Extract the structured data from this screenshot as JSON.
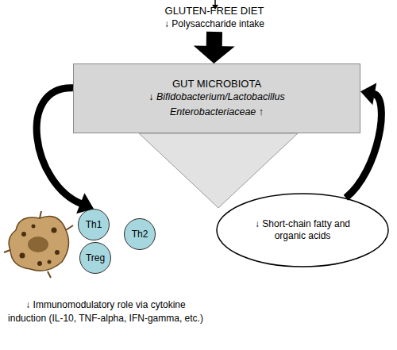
{
  "diagram": {
    "nodes": [
      {
        "text": [
          "GLUTEN-FREE DIET",
          "↓ Polysaccharide intake"
        ]
      },
      {
        "text": [
          "GUT MICROBIOTA",
          "↓ Bifidobacterium/Lactobacillus",
          "Enterobacteriaceae ↑"
        ]
      },
      {
        "text": [
          "Th1"
        ]
      },
      {
        "text": [
          "Th2"
        ]
      },
      {
        "text": [
          "Treg"
        ]
      },
      {
        "text": [
          "↓ Short-chain fatty and organic acids"
        ]
      }
    ],
    "edges": [
      {
        "from": 0,
        "to": 1,
        "arrow": "to"
      },
      {
        "from": 1,
        "to": 2,
        "arrow": "to"
      },
      {
        "from": 5,
        "to": 1,
        "arrow": "to"
      }
    ],
    "labels": [
      "↓ Immunomodulatory role via cytokine induction (IL-10, TNF-alpha, IFN-gamma, etc.)"
    ]
  }
}
